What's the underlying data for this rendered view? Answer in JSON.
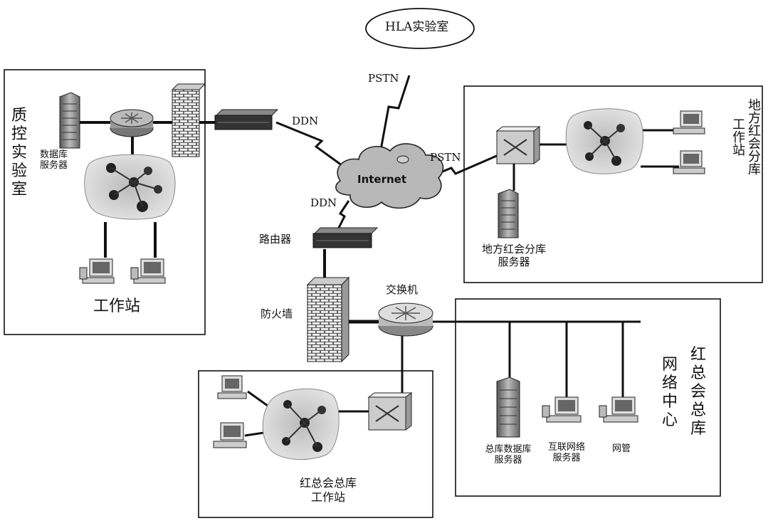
{
  "labels": {
    "hla_lab": "HLA实验室",
    "pstn_top": "PSTN",
    "pstn_right": "PSTN",
    "ddn_top": "DDN",
    "ddn_mid": "DDN",
    "internet": "Internet",
    "router": "路由器",
    "firewall": "防火墙",
    "switch": "交换机",
    "qc_lab": "质控实验室",
    "db_server": "数据库\n服务器",
    "workstation": "工作站",
    "branch_workstation": "地方红会分库\n工作站",
    "branch_server": "地方红会分库\n服务器",
    "hq_workstation": "红总会总库\n工作站",
    "network_center": "网络中心",
    "hq": "红总会总库",
    "hq_db_server": "总库数据库\n服务器",
    "internet_server": "互联网络\n服务器",
    "netadmin": "网管"
  }
}
